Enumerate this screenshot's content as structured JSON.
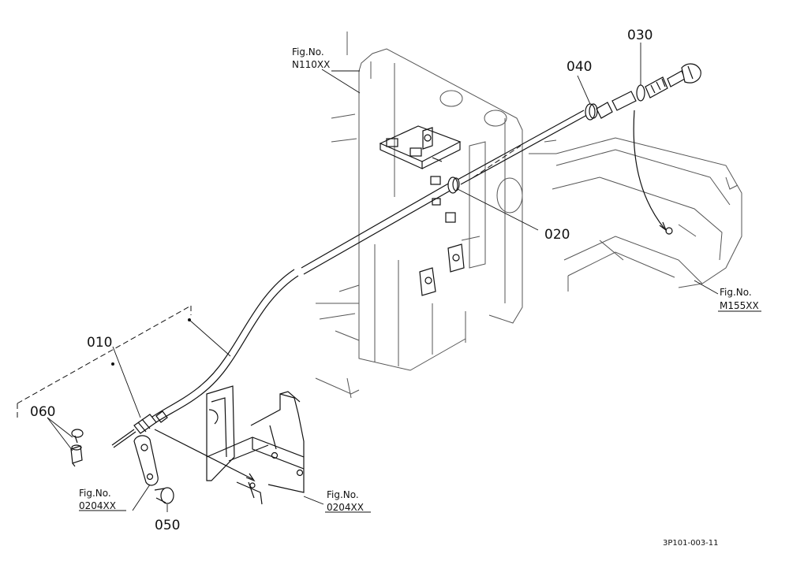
{
  "parts": {
    "p010": "010",
    "p020": "020",
    "p030": "030",
    "p040": "040",
    "p050": "050",
    "p060": "060"
  },
  "figure_refs": {
    "n110": {
      "line1": "Fig.No.",
      "line2": "N110XX"
    },
    "m155": {
      "line1": "Fig.No.",
      "line2": "M155XX"
    },
    "o204_left": {
      "line1": "Fig.No.",
      "line2": "0204XX"
    },
    "o204_right": {
      "line1": "Fig.No.",
      "line2": "0204XX"
    }
  },
  "drawing_code": "3P101-003-11"
}
